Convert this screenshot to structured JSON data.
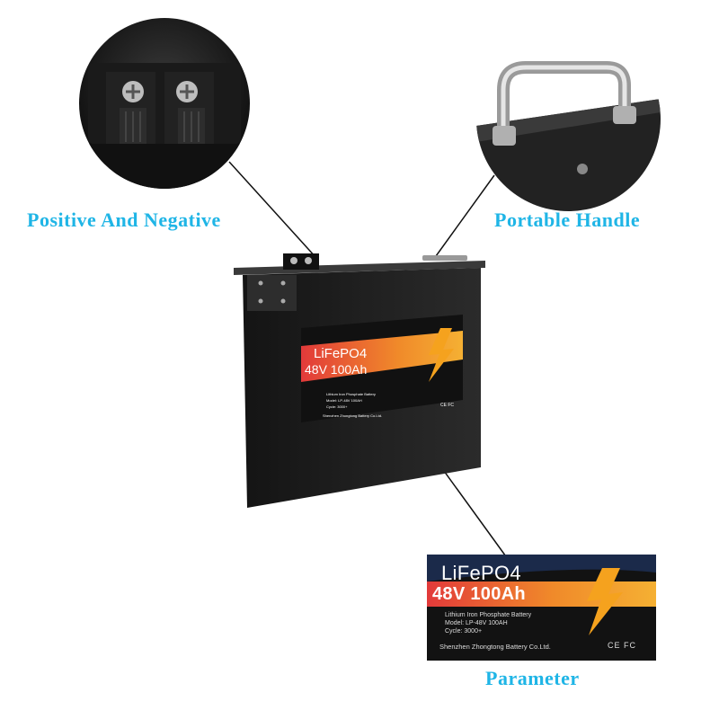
{
  "callouts": {
    "positive_negative": "Positive And Negative",
    "portable_handle": "Portable Handle",
    "parameter": "Parameter"
  },
  "colors": {
    "callout_blue": "#1fb5e6",
    "battery_black": "#1d1d1f",
    "label_red": "#e8333a",
    "label_orange": "#f59a23",
    "bolt_orange": "#f5a21e"
  },
  "label": {
    "chemistry": "LiFePO4",
    "rating": "48V 100Ah",
    "type_line": "Lithium Iron Phosphate Battery",
    "model_line": "Model: LP-48V 100AH",
    "cycle_line": "Cycle: 3000+",
    "manufacturer": "Shenzhen Zhongtong Battery Co.Ltd.",
    "marks": "CE FC"
  },
  "battery_label": {
    "chemistry": "LiFePO4",
    "rating": "48V 100Ah",
    "type_line": "Lithium Iron Phosphate Battery",
    "model_line": "Model: LP-48V 100AH",
    "cycle_line": "Cycle: 3000+",
    "manufacturer": "Shenzhen Zhongtong Battery Co.Ltd.",
    "marks": "CE FC"
  }
}
